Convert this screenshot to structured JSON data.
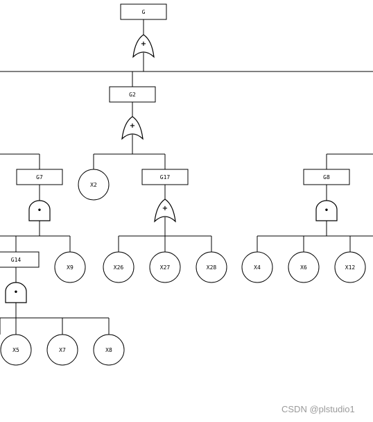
{
  "diagram": {
    "events": [
      {
        "id": "G",
        "label": "G",
        "kind": "gate-event"
      },
      {
        "id": "G2",
        "label": "G2",
        "kind": "gate-event"
      },
      {
        "id": "G7",
        "label": "G7",
        "kind": "gate-event"
      },
      {
        "id": "G17",
        "label": "G17",
        "kind": "gate-event"
      },
      {
        "id": "G8",
        "label": "G8",
        "kind": "gate-event"
      },
      {
        "id": "G14",
        "label": "G14",
        "kind": "gate-event"
      },
      {
        "id": "X2",
        "label": "X2",
        "kind": "basic-event"
      },
      {
        "id": "X9",
        "label": "X9",
        "kind": "basic-event"
      },
      {
        "id": "X26",
        "label": "X26",
        "kind": "basic-event"
      },
      {
        "id": "X27",
        "label": "X27",
        "kind": "basic-event"
      },
      {
        "id": "X28",
        "label": "X28",
        "kind": "basic-event"
      },
      {
        "id": "X4",
        "label": "X4",
        "kind": "basic-event"
      },
      {
        "id": "X6",
        "label": "X6",
        "kind": "basic-event"
      },
      {
        "id": "X12",
        "label": "X12",
        "kind": "basic-event"
      },
      {
        "id": "X5",
        "label": "X5",
        "kind": "basic-event"
      },
      {
        "id": "X7",
        "label": "X7",
        "kind": "basic-event"
      },
      {
        "id": "X8",
        "label": "X8",
        "kind": "basic-event"
      }
    ],
    "gates": [
      {
        "event": "G",
        "type": "OR",
        "symbol": "+"
      },
      {
        "event": "G2",
        "type": "OR",
        "symbol": "+"
      },
      {
        "event": "G7",
        "type": "AND",
        "symbol": "•"
      },
      {
        "event": "G17",
        "type": "OR",
        "symbol": "+"
      },
      {
        "event": "G8",
        "type": "AND",
        "symbol": "•"
      },
      {
        "event": "G14",
        "type": "AND",
        "symbol": "•"
      }
    ],
    "edges": [
      [
        "G",
        "G2"
      ],
      [
        "G2",
        "X2"
      ],
      [
        "G2",
        "G17"
      ],
      [
        "G7",
        "G14"
      ],
      [
        "G7",
        "X9"
      ],
      [
        "G17",
        "X26"
      ],
      [
        "G17",
        "X27"
      ],
      [
        "G17",
        "X28"
      ],
      [
        "G8",
        "X4"
      ],
      [
        "G8",
        "X6"
      ],
      [
        "G8",
        "X12"
      ],
      [
        "G14",
        "X5"
      ],
      [
        "G14",
        "X7"
      ],
      [
        "G14",
        "X8"
      ]
    ]
  },
  "watermark": "CSDN @plstudio1"
}
